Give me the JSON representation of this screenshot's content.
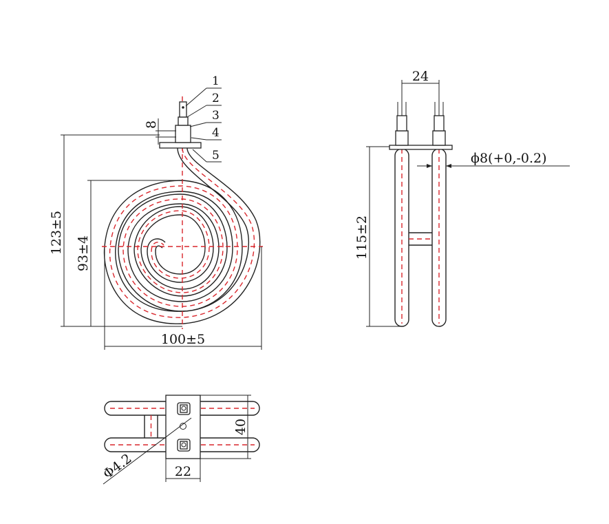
{
  "callouts": [
    "1",
    "2",
    "3",
    "4",
    "5"
  ],
  "dimensions": {
    "terminal_height": "8",
    "overall_height": "123±5",
    "coil_diameter": "93±4",
    "coil_width": "100±5",
    "terminal_spacing": "24",
    "tube_diameter": "ϕ8(+0,-0.2)",
    "side_height": "115±2",
    "bracket_height": "40",
    "hole_diameter": "Φ4.2",
    "bracket_width": "22"
  },
  "colors": {
    "outline": "#222222",
    "centerline": "#d9262c"
  }
}
